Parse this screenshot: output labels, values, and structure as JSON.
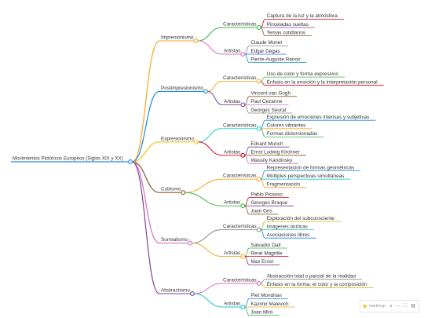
{
  "root": {
    "label": "Movimientos Pictóricos Europeos (Siglos XIX y XX)"
  },
  "movements": [
    {
      "name": "Impresionismo",
      "color": "#f5a623",
      "groups": [
        {
          "name": "Características",
          "color": "#3ab54a",
          "items": [
            {
              "text": "Captura de la luz y la atmósfera",
              "color": "#d0021b"
            },
            {
              "text": "Pinceladas sueltas",
              "color": "#7b4397"
            },
            {
              "text": "Temas cotidianos",
              "color": "#8b572a"
            }
          ]
        },
        {
          "name": "Artistas",
          "color": "#d76ec2",
          "items": [
            {
              "text": "Claude Monet",
              "color": "#888888"
            },
            {
              "text": "Edgar Degas",
              "color": "#3d5afe"
            },
            {
              "text": "Pierre-Auguste Renoir",
              "color": "#0a8ec6"
            }
          ]
        }
      ]
    },
    {
      "name": "Postimpresionismo",
      "color": "#1e88e5",
      "groups": [
        {
          "name": "Características",
          "color": "#f5a623",
          "items": [
            {
              "text": "Uso de color y forma expresivos",
              "color": "#3ab54a"
            },
            {
              "text": "Énfasis en la emoción y la interpretación personal",
              "color": "#d0021b"
            }
          ]
        },
        {
          "name": "Artistas",
          "color": "#7b4397",
          "items": [
            {
              "text": "Vincent van Gogh",
              "color": "#8b572a"
            },
            {
              "text": "Paul Cézanne",
              "color": "#d76ec2"
            },
            {
              "text": "Georges Seurat",
              "color": "#888888"
            }
          ]
        }
      ]
    },
    {
      "name": "Expresionismo",
      "color": "#f0c419",
      "groups": [
        {
          "name": "Características",
          "color": "#1ec8c8",
          "items": [
            {
              "text": "Expresión de emociones intensas y subjetivas",
              "color": "#1e88e5"
            },
            {
              "text": "Colores vibrantes",
              "color": "#f5a623"
            },
            {
              "text": "Formas distorsionadas",
              "color": "#3ab54a"
            }
          ]
        },
        {
          "name": "Artistas",
          "color": "#d0021b",
          "items": [
            {
              "text": "Edvard Munch",
              "color": "#7b4397"
            },
            {
              "text": "Ernst Ludwig Kirchner",
              "color": "#8b572a"
            },
            {
              "text": "Wassily Kandinsky",
              "color": "#d76ec2"
            }
          ]
        }
      ]
    },
    {
      "name": "Cubismo",
      "color": "#8b572a",
      "groups": [
        {
          "name": "Características",
          "color": "#f5a623",
          "items": [
            {
              "text": "Representación de formas geométricas",
              "color": "#1e88e5"
            },
            {
              "text": "Múltiples perspectivas simultáneas",
              "color": "#1ec8c8"
            },
            {
              "text": "Fragmentación",
              "color": "#f5a623"
            }
          ]
        },
        {
          "name": "Artistas",
          "color": "#3ab54a",
          "items": [
            {
              "text": "Pablo Picasso",
              "color": "#d0021b"
            },
            {
              "text": "Georges Braque",
              "color": "#7b4397"
            },
            {
              "text": "Juan Gris",
              "color": "#8b572a"
            }
          ]
        }
      ]
    },
    {
      "name": "Surrealismo",
      "color": "#d76ec2",
      "groups": [
        {
          "name": "Características",
          "color": "#888888",
          "items": [
            {
              "text": "Exploración del subconsciente",
              "color": "#c7b90e"
            },
            {
              "text": "Imágenes oníricas",
              "color": "#1ec8c8"
            },
            {
              "text": "Asociaciones libres",
              "color": "#1e88e5"
            }
          ]
        },
        {
          "name": "Artistas",
          "color": "#f5a623",
          "items": [
            {
              "text": "Salvador Dalí",
              "color": "#3ab54a"
            },
            {
              "text": "René Magritte",
              "color": "#d0021b"
            },
            {
              "text": "Max Ernst",
              "color": "#7b4397"
            }
          ]
        }
      ]
    },
    {
      "name": "Abstractismo",
      "color": "#7b4397",
      "groups": [
        {
          "name": "Características",
          "color": "#d76ec2",
          "items": [
            {
              "text": "Abstracción total o parcial de la realidad",
              "color": "#888888"
            },
            {
              "text": "Énfasis en la forma, el color y la composición",
              "color": "#c7b90e"
            }
          ]
        },
        {
          "name": "Artistas",
          "color": "#1ec8c8",
          "items": [
            {
              "text": "Piet Mondrian",
              "color": "#1e88e5"
            },
            {
              "text": "Kazimir Malevich",
              "color": "#f5a623"
            },
            {
              "text": "Joan Miró",
              "color": "#3ab54a"
            }
          ]
        }
      ]
    }
  ],
  "root_color": "#1e88e5",
  "toolbar": {
    "brand": "markmap",
    "brand_icon": "markmap-logo-icon",
    "zoom_in": "+",
    "zoom_out": "−",
    "fit": "⛶",
    "fit_icon": "fit-screen-icon",
    "export": "▤",
    "export_icon": "export-icon"
  }
}
